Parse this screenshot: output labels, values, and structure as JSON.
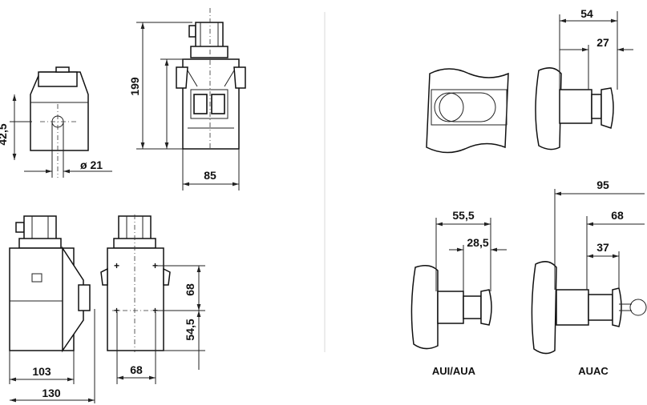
{
  "dimensions": {
    "side_height": "199",
    "side_width": "85",
    "front_height": "42,5",
    "front_diameter": "ø 21",
    "bottom_front_depth": "103",
    "bottom_total_depth": "130",
    "bottom_vertical_upper": "68",
    "bottom_vertical_lower": "54,5",
    "bottom_width": "68",
    "top_right_outer": "54",
    "top_right_inner": "27",
    "aui_outer": "55,5",
    "aui_inner": "28,5",
    "auac_outer": "95",
    "auac_middle": "68",
    "auac_inner": "37"
  },
  "variants": {
    "aui_label": "AUI/AUA",
    "auac_label": "AUAC"
  }
}
